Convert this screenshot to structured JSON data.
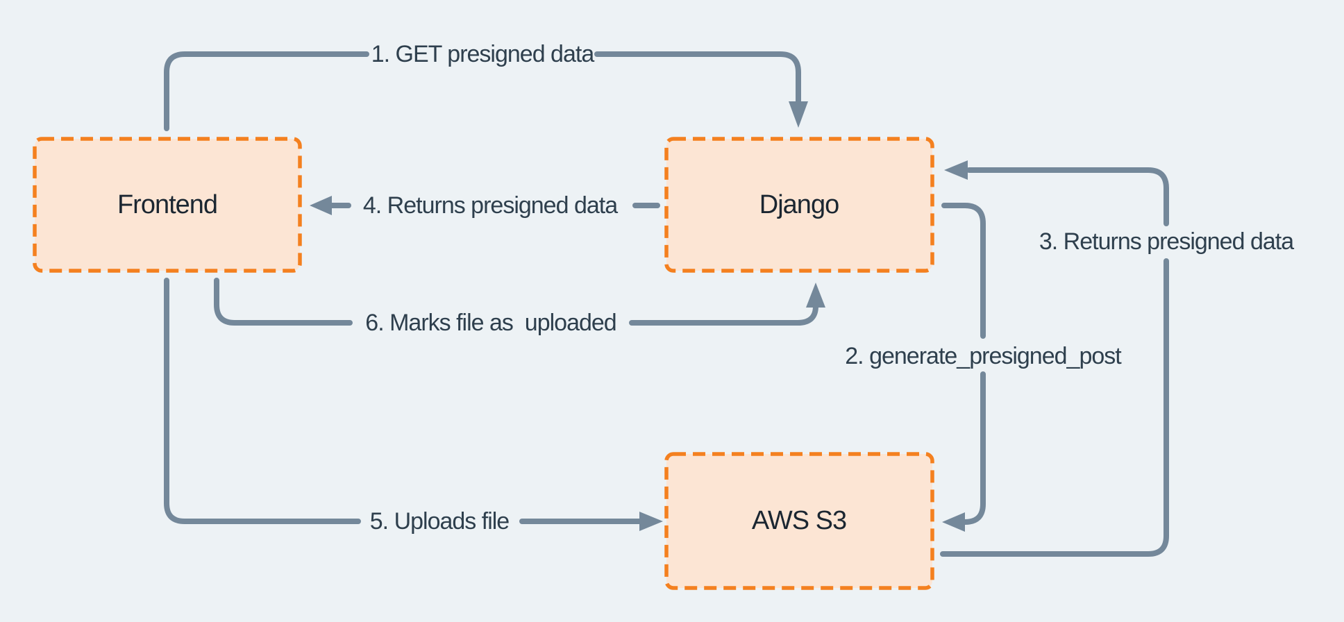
{
  "palette": {
    "background": "#edf2f5",
    "node_fill": "#fce5d4",
    "node_border": "#f4801f",
    "connector": "#74889a",
    "edge_text": "#2e3f4d",
    "node_text": "#1b2631"
  },
  "nodes": [
    {
      "id": "frontend",
      "label": "Frontend"
    },
    {
      "id": "django",
      "label": "Django"
    },
    {
      "id": "aws-s3",
      "label": "AWS S3"
    }
  ],
  "edges": [
    {
      "id": "1",
      "label": "1. GET presigned data",
      "from": "Frontend",
      "to": "Django"
    },
    {
      "id": "2",
      "label": "2. generate_presigned_post",
      "from": "Django",
      "to": "AWS S3"
    },
    {
      "id": "3",
      "label": "3. Returns presigned data",
      "from": "AWS S3",
      "to": "Django"
    },
    {
      "id": "4",
      "label": "4. Returns presigned data",
      "from": "Django",
      "to": "Frontend"
    },
    {
      "id": "5",
      "label": "5. Uploads file",
      "from": "Frontend",
      "to": "AWS S3"
    },
    {
      "id": "6",
      "label": "6. Marks file as  uploaded",
      "from": "Frontend",
      "to": "Django"
    }
  ]
}
